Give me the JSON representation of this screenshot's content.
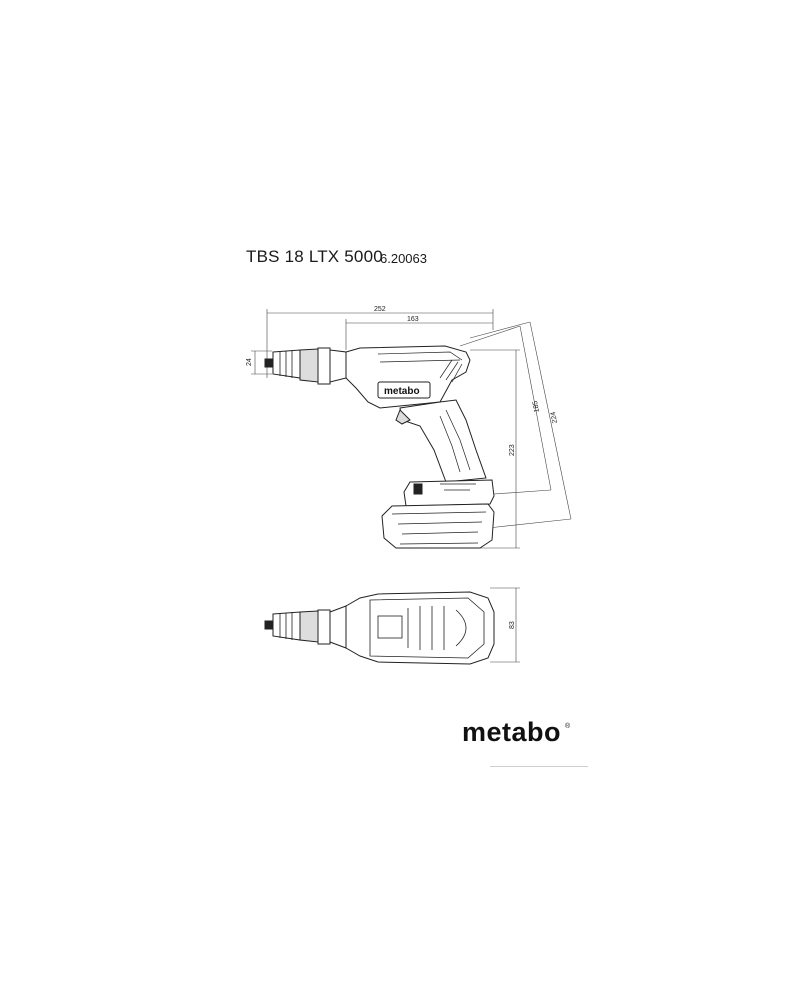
{
  "header": {
    "model": "TBS 18 LTX 5000",
    "part_number": "6.20063"
  },
  "dimensions": {
    "overall_length": "252",
    "body_length": "163",
    "nose_diameter": "24",
    "height": "223",
    "height_diag": "185",
    "height_total": "224",
    "width_top": "83"
  },
  "tool_label": "metabo",
  "brand": {
    "logo": "metabo",
    "registered": "®"
  }
}
